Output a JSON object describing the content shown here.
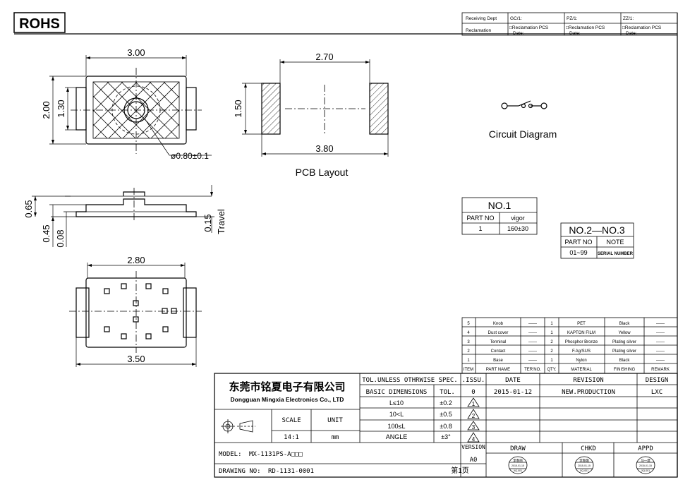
{
  "rohs_label": "ROHS",
  "top_table": {
    "receiving_dept": "Receiving Dept",
    "reclamation": "Reclamation",
    "cols": [
      "GC/1:",
      "PZ/1:",
      "ZZ/1:"
    ],
    "reclamation_pcs": "□Reclamation  PCS",
    "date_label": "Date:"
  },
  "dimensions": {
    "top_width": "3.00",
    "top_height": "2.00",
    "top_inner_height": "1.30",
    "actuator_dia": "ø0.80±0.1",
    "pcb_spacing": "2.70",
    "pcb_pad_height": "1.50",
    "pcb_overall": "3.80",
    "side_total_height": "0.65",
    "side_base_height": "0.45",
    "side_foot_height": "0.08",
    "travel_value": "0.15",
    "travel_label": "Travel",
    "bottom_inner_width": "2.80",
    "bottom_overall_width": "3.50"
  },
  "labels": {
    "pcb_layout": "PCB Layout",
    "circuit_diagram": "Circuit Diagram"
  },
  "no1_table": {
    "title": "NO.1",
    "h1": "PART NO",
    "h2": "vigor",
    "v1": "1",
    "v2": "160±30"
  },
  "no23_table": {
    "title": "NO.2—NO.3",
    "h1": "PART NO",
    "h2": "NOTE",
    "v1": "01~99",
    "v2": "SERIAL NUMBER"
  },
  "bom": {
    "rows": [
      {
        "item": "5",
        "part": "Knob",
        "ter": "——",
        "qty": "1",
        "material": "PET",
        "finishing": "Black",
        "remark": "——"
      },
      {
        "item": "4",
        "part": "Dust cover",
        "ter": "——",
        "qty": "1",
        "material": "KAPTON FILM",
        "finishing": "Yellow",
        "remark": "——"
      },
      {
        "item": "3",
        "part": "Terminal",
        "ter": "——",
        "qty": "2",
        "material": "Phosphor Bronze",
        "finishing": "Plating silver",
        "remark": "——"
      },
      {
        "item": "2",
        "part": "Contact",
        "ter": "——",
        "qty": "2",
        "material": "F.Ag/SUS",
        "finishing": "Plating silver",
        "remark": "——"
      },
      {
        "item": "1",
        "part": "Base",
        "ter": "——",
        "qty": "1",
        "material": "Nylon",
        "finishing": "Black",
        "remark": "——"
      }
    ],
    "headers": {
      "item": "ITEM",
      "part": "PART NAME",
      "ter": "TER'NO.",
      "qty": "QTY.",
      "material": "MATERIAL",
      "finishing": "FINISHING",
      "remark": "REMARK"
    }
  },
  "title_block": {
    "company_cn": "东莞市铭夏电子有限公司",
    "company_en": "Dongguan Mingxia Electronics Co., LTD",
    "tol_header": "TOL.UNLESS OTHRWISE SPEC.",
    "basic_dims": "BASIC DIMENSIONS",
    "tol": "TOL.",
    "tol_rows": [
      {
        "range": "L≤10",
        "tol": "±0.2"
      },
      {
        "range": "10<L",
        "tol": "±0.5"
      },
      {
        "range": "100≤L",
        "tol": "±0.8"
      },
      {
        "range": "ANGLE",
        "tol": "±3°"
      }
    ],
    "scale_label": "SCALE",
    "scale_value": "14:1",
    "unit_label": "UNIT",
    "unit_value": "mm",
    "issu_label": ".ISSU.",
    "date_label": "DATE",
    "revision_label": "REVISION",
    "design_label": "DESIGN",
    "issu_value": "0",
    "date_value": "2015-01-12",
    "revision_value": "NEW.PRODUCTION",
    "design_value": "LXC",
    "markers": [
      "1",
      "2",
      "3",
      "4"
    ],
    "model_label": "MODEL:",
    "model_value": "MX-1131PS-A□□□",
    "version_label": "VERSION",
    "version_value": "A0",
    "draw_label": "DRAW",
    "chkd_label": "CHKD",
    "appd_label": "APPD",
    "drawing_no_label": "DRAWING NO:",
    "drawing_no_value": "RD-1131-0001",
    "page": "第1页"
  },
  "stamps": [
    {
      "name": "李春丽",
      "date": "2015-01-15",
      "code": "XQ-001"
    },
    {
      "name": "李春霞",
      "date": "2015-01-15",
      "code": "XQ-001"
    },
    {
      "name": "马一建",
      "date": "2015-01-15",
      "code": "XQ-001"
    }
  ]
}
